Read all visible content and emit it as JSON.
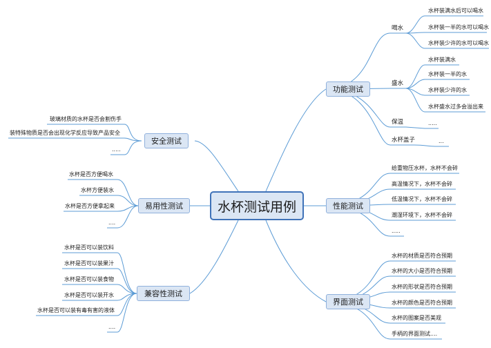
{
  "diagram": {
    "root": "水杯测试用例",
    "branches": {
      "func": {
        "label": "功能测试",
        "groups": {
          "drink": {
            "label": "喝水",
            "leaves": [
              "水杯装满水后可以喝水",
              "水杯装一半的水可以喝水",
              "水杯装少许的水可以喝水"
            ]
          },
          "fill": {
            "label": "盛水",
            "leaves": [
              "水杯装满水",
              "水杯装一半的水",
              "水杯装少许的水",
              "水杯盛水过多会溢出来"
            ]
          },
          "warm": {
            "label": "保温",
            "leaves": [
              "....."
            ]
          },
          "lid": {
            "label": "水杯盖子",
            "leaves": [
              "..."
            ]
          }
        }
      },
      "perf": {
        "label": "性能测试",
        "leaves": [
          "给重物压水杯，水杯不会碎",
          "高温情况下，水杯不会碎",
          "低温情况下，水杯不会碎",
          "潮湿环境下，水杯不会碎",
          "....."
        ]
      },
      "ui": {
        "label": "界面测试",
        "leaves": [
          "水杯的材质是否符合预期",
          "水杯的大小是否符合预期",
          "水杯的形状是否符合预期",
          "水杯的颜色是否符合预期",
          "水杯的图案是否美观",
          "手柄的界面测试...."
        ]
      },
      "safety": {
        "label": "安全测试",
        "leaves": [
          "玻璃材质的水杯是否会割伤手",
          "装特殊物质是否会出现化学反应导致产品安全",
          "....."
        ]
      },
      "usability": {
        "label": "易用性测试",
        "leaves": [
          "水杯是否方便喝水",
          "水杯方便装水",
          "水杯是否方便拿起来",
          "...."
        ]
      },
      "compat": {
        "label": "兼容性测试",
        "leaves": [
          "水杯是否可以装饮料",
          "水杯是否可以装果汁",
          "水杯是否可以装食物",
          "水杯是否可以装开水",
          "水杯是否可以装有毒有害的液体",
          "...."
        ]
      }
    }
  }
}
